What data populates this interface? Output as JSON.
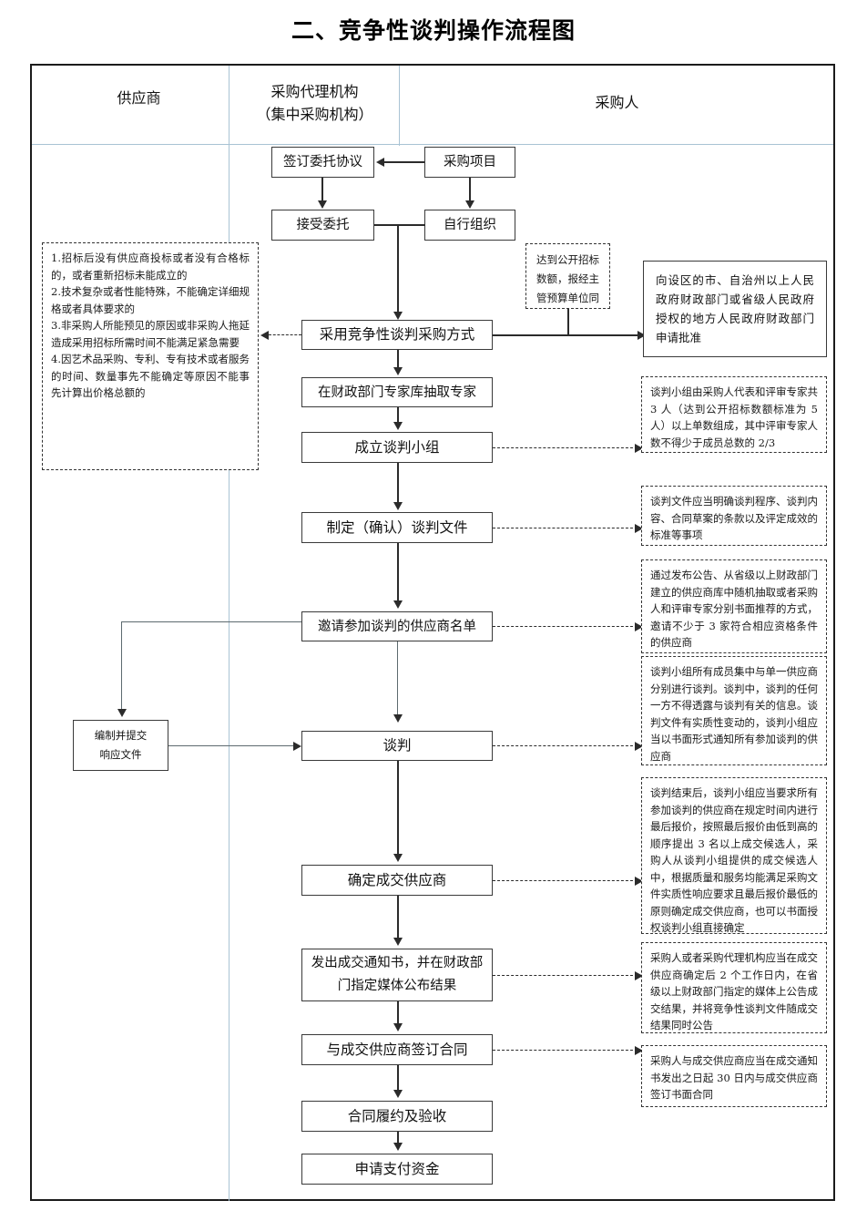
{
  "title": "二、竞争性谈判操作流程图",
  "lanes": [
    {
      "id": "supplier",
      "label": "供应商"
    },
    {
      "id": "agency",
      "label_line1": "采购代理机构",
      "label_line2": "（集中采购机构）"
    },
    {
      "id": "purchaser",
      "label": "采购人"
    }
  ],
  "boxes": {
    "sign_entrust": "签订委托协议",
    "procurement_project": "采购项目",
    "accept_entrust": "接受委托",
    "self_organize": "自行组织",
    "adopt_negotiation": "采用竞争性谈判采购方式",
    "draw_experts": "在财政部门专家库抽取专家",
    "form_group": "成立谈判小组",
    "make_docs": "制定（确认）谈判文件",
    "invite_list": "邀请参加谈判的供应商名单",
    "prepare_response_l1": "编制并提交",
    "prepare_response_l2": "响应文件",
    "negotiation": "谈判",
    "determine_supplier": "确定成交供应商",
    "issue_notice_l1": "发出成交通知书，并在财政部",
    "issue_notice_l2": "门指定媒体公布结果",
    "sign_contract": "与成交供应商签订合同",
    "contract_perform": "合同履约及验收",
    "apply_payment": "申请支付资金"
  },
  "notes": {
    "conditions": {
      "items": [
        "1.招标后没有供应商投标或者没有合格标的，或者重新招标未能成立的",
        "2.技术复杂或者性能特殊，不能确定详细规格或者具体要求的",
        "3.非采购人所能预见的原因或非采购人拖延造成采用招标所需时间不能满足紧急需要",
        "4.因艺术品采购、专利、专有技术或者服务的时间、数量事先不能确定等原因不能事先计算出价格总额的"
      ]
    },
    "open_bid_amount": "达到公开招标数额，报经主管预算单位同",
    "apply_approval": "向设区的市、自治州以上人民政府财政部门或省级人民政府授权的地方人民政府财政部门申请批准",
    "group_composition": "谈判小组由采购人代表和评审专家共 3 人（达到公开招标数额标准为 5 人）以上单数组成，其中评审专家人数不得少于成员总数的 2/3",
    "doc_requirements": "谈判文件应当明确谈判程序、谈判内容、合同草案的条款以及评定成效的标准等事项",
    "invite_method": "通过发布公告、从省级以上财政部门建立的供应商库中随机抽取或者采购人和评审专家分别书面推荐的方式，邀请不少于 3 家符合相应资格条件的供应商",
    "negotiation_rules": "谈判小组所有成员集中与单一供应商分别进行谈判。谈判中，谈判的任何一方不得透露与谈判有关的信息。谈判文件有实质性变动的，谈判小组应当以书面形式通知所有参加谈判的供应商",
    "final_offer_rules": "谈判结束后，谈判小组应当要求所有参加谈判的供应商在规定时间内进行最后报价，按照最后报价由低到高的顺序提出 3 名以上成交候选人，采购人从谈判小组提供的成交候选人中，根据质量和服务均能满足采购文件实质性响应要求且最后报价最低的原则确定成交供应商，也可以书面授权谈判小组直接确定",
    "announce_result": "采购人或者采购代理机构应当在成交供应商确定后 2 个工作日内，在省级以上财政部门指定的媒体上公告成交结果，并将竞争性谈判文件随成交结果同时公告",
    "contract_deadline": "采购人与成交供应商应当在成交通知书发出之日起 30 日内与成交供应商签订书面合同"
  },
  "colors": {
    "frame_border": "#1b1b1b",
    "lane_divider": "#a9c3d4",
    "box_border": "#3a3a3a",
    "connector": "#2b2b2b",
    "background": "#ffffff"
  }
}
